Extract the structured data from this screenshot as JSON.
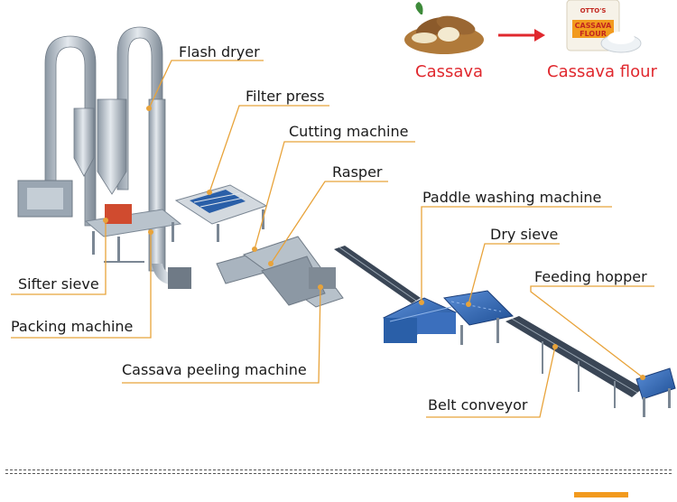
{
  "process": {
    "input_label": "Cassava",
    "output_label": "Cassava flour",
    "bag_text": [
      "OTTO'S",
      "CASSAVA",
      "FLOUR"
    ]
  },
  "labels": {
    "flash_dryer": "Flash dryer",
    "filter_press": "Filter press",
    "cutting_machine": "Cutting machine",
    "rasper": "Rasper",
    "paddle_washing_machine": "Paddle washing machine",
    "dry_sieve": "Dry sieve",
    "feeding_hopper": "Feeding hopper",
    "sifter_sieve": "Sifter sieve",
    "packing_machine": "Packing machine",
    "cassava_peeling_machine": "Cassava peeling machine",
    "belt_conveyor": "Belt conveyor"
  },
  "colors": {
    "leader": "#e8a33a",
    "accent_red": "#e0282e",
    "machine_blue": "#2a5fa8",
    "machine_grey": "#a9b4bf"
  }
}
